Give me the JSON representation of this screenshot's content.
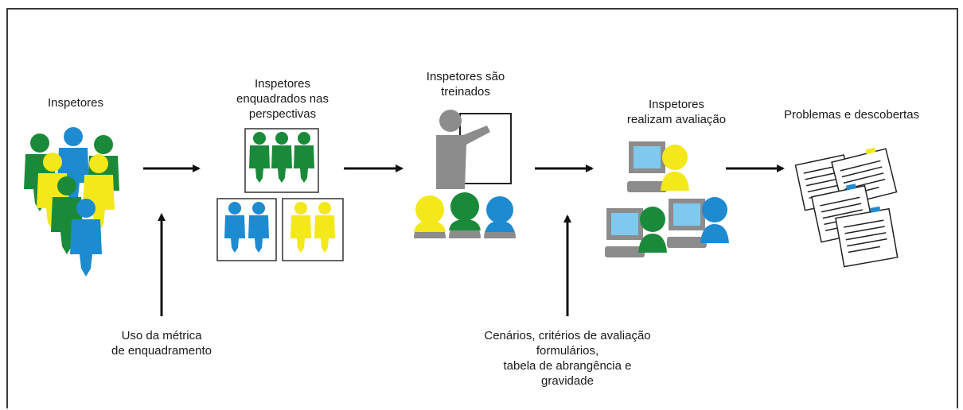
{
  "stages": {
    "s1": {
      "lines": [
        "Inspetores"
      ]
    },
    "s2": {
      "lines": [
        "Inspetores",
        "enquadrados nas",
        "perspectivas"
      ]
    },
    "s3": {
      "lines": [
        "Inspetores são",
        "treinados"
      ]
    },
    "s4": {
      "lines": [
        "Inspetores",
        "realizam avaliação"
      ]
    },
    "s5": {
      "lines": [
        "Problemas e descobertas"
      ]
    }
  },
  "inputs": {
    "i1": {
      "lines": [
        "Uso da métrica",
        "de enquadramento"
      ]
    },
    "i2": {
      "lines": [
        "Cenários, critérios de avaliação",
        "formulários,",
        "tabela de abrangência e",
        "gravidade"
      ]
    }
  },
  "colors": {
    "green": "#1a8a3a",
    "blue": "#1e8ad0",
    "yellow": "#f2e81a",
    "gray": "#8c8c8c",
    "monitor": "#7fc8ee"
  },
  "icons": [
    "people-group-icon",
    "framed-groups-icon",
    "trainer-whiteboard-icon",
    "workstations-icon",
    "documents-stack-icon"
  ]
}
